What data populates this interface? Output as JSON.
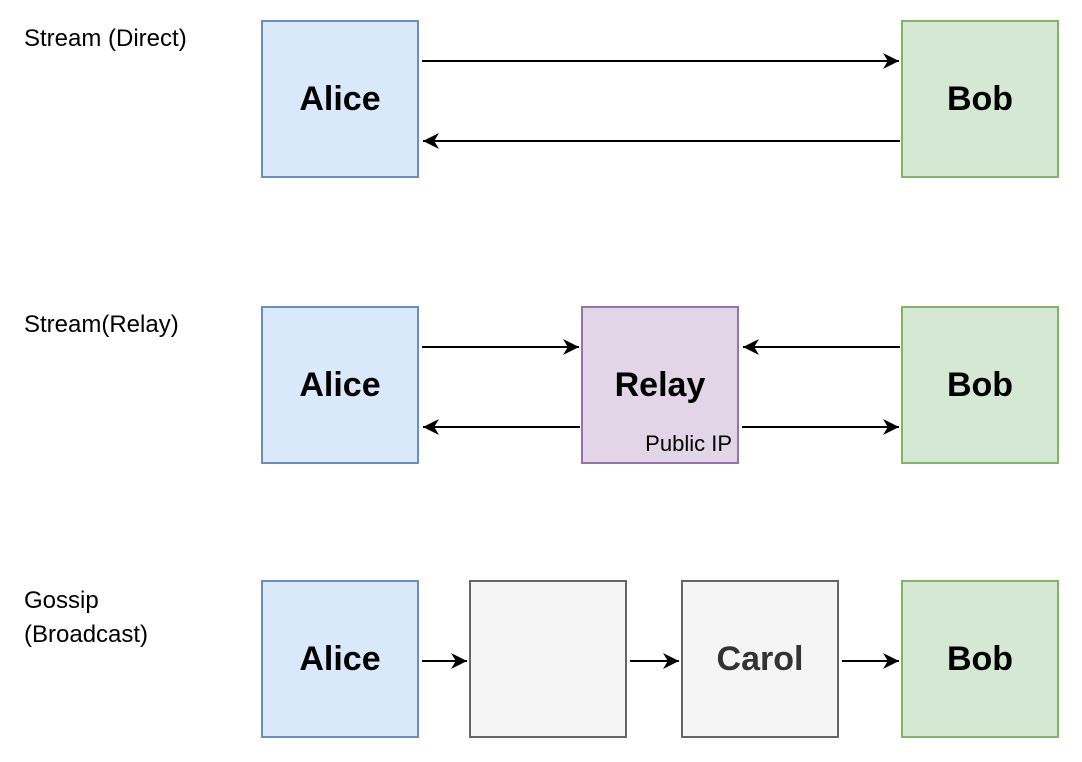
{
  "sections": {
    "direct": {
      "label": "Stream (Direct)",
      "alice": "Alice",
      "bob": "Bob"
    },
    "relay": {
      "label": "Stream(Relay)",
      "alice": "Alice",
      "relay": "Relay",
      "relay_note": "Public IP",
      "bob": "Bob"
    },
    "gossip": {
      "label_line1": "Gossip",
      "label_line2": "(Broadcast)",
      "alice": "Alice",
      "middle": "",
      "carol": "Carol",
      "bob": "Bob"
    }
  },
  "colors": {
    "alice_fill": "#dae8fc",
    "alice_stroke": "#6c8ebf",
    "bob_fill": "#d5e8d4",
    "bob_stroke": "#82b366",
    "relay_fill": "#e1d5e7",
    "relay_stroke": "#9673a6",
    "peer_fill": "#f5f5f5",
    "peer_stroke": "#666666"
  }
}
